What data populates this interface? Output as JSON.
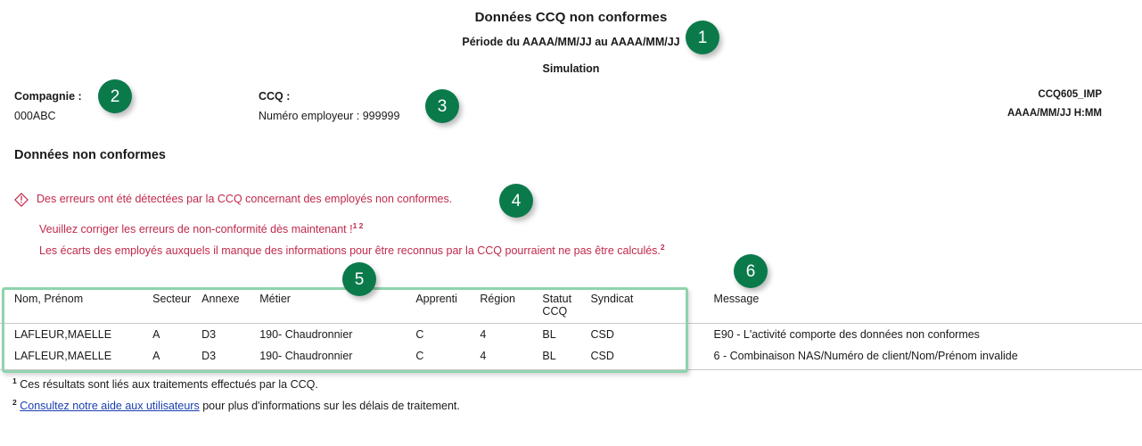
{
  "header": {
    "title": "Données CCQ non conformes",
    "period": "Période du AAAA/MM/JJ au AAAA/MM/JJ",
    "mode": "Simulation"
  },
  "meta": {
    "company_label": "Compagnie :",
    "company_value": "000ABC",
    "ccq_label": "CCQ :",
    "ccq_value": "Numéro employeur : 999999",
    "report_id": "CCQ605_IMP",
    "report_datetime": "AAAA/MM/JJ H:MM"
  },
  "section": {
    "heading": "Données non conformes"
  },
  "alert": {
    "icon": "warning-diamond-icon",
    "color": "#c0294b",
    "main": "Des erreurs ont été détectées par la CCQ concernant des employés non conformes.",
    "sub1": "Veuillez corriger les erreurs de non-conformité dès maintenant !",
    "sub1_sup": "1 2",
    "sub2": "Les écarts des employés auxquels il manque des informations pour être reconnus par la CCQ pourraient ne pas être calculés.",
    "sub2_sup": "2"
  },
  "table": {
    "columns": [
      "Nom, Prénom",
      "Secteur",
      "Annexe",
      "Métier",
      "Apprenti",
      "Région",
      "Statut CCQ",
      "Syndicat",
      "Message"
    ],
    "rows": [
      {
        "nom": "LAFLEUR,MAELLE",
        "secteur": "A",
        "annexe": "D3",
        "metier": "190- Chaudronnier",
        "apprenti": "C",
        "region": "4",
        "statut_ccq": "BL",
        "syndicat": "CSD",
        "message": "E90 - L'activité comporte des données non conformes"
      },
      {
        "nom": "LAFLEUR,MAELLE",
        "secteur": "A",
        "annexe": "D3",
        "metier": "190- Chaudronnier",
        "apprenti": "C",
        "region": "4",
        "statut_ccq": "BL",
        "syndicat": "CSD",
        "message": "6 - Combinaison NAS/Numéro de client/Nom/Prénom invalide"
      }
    ]
  },
  "footnotes": {
    "one_marker": "1",
    "one_text": "Ces résultats sont liés aux traitements effectués par la CCQ.",
    "two_marker": "2",
    "two_link": "Consultez notre aide aux utilisateurs",
    "two_text": " pour plus d'informations sur les délais de traitement."
  },
  "callouts": {
    "color": "#0b7a4b",
    "items": [
      "1",
      "2",
      "3",
      "4",
      "5",
      "6"
    ]
  }
}
